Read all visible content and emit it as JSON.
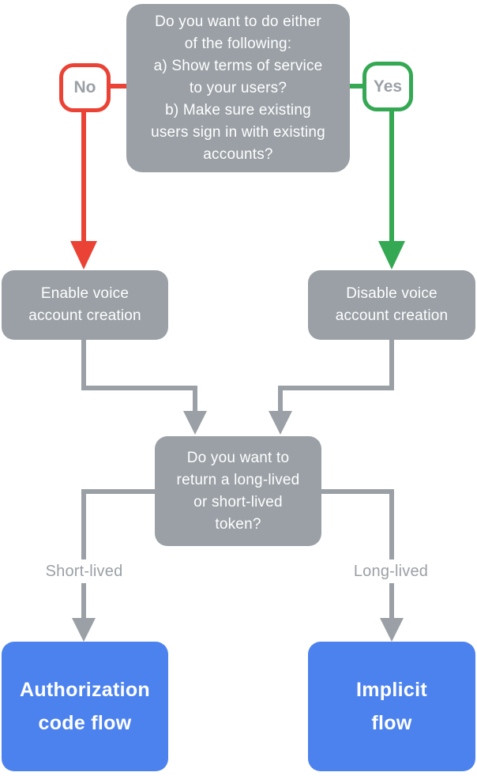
{
  "colors": {
    "gray": "#9AA0A6",
    "red": "#EA4335",
    "green": "#34A853",
    "blue": "#4C82EE",
    "label-text": "#9AA0A6"
  },
  "flow": {
    "question_terms": "Do you want to do either\nof the following:\na) Show terms of service\nto your users?\nb) Make sure existing\nusers sign in with existing\naccounts?",
    "no_label": "No",
    "yes_label": "Yes",
    "enable_node": "Enable voice\naccount creation",
    "disable_node": "Disable voice\naccount creation",
    "question_token": "Do you want to\nreturn a long-lived\nor short-lived\ntoken?",
    "short_lived_label": "Short-lived",
    "long_lived_label": "Long-lived",
    "auth_code_node": "Authorization\ncode flow",
    "implicit_node": "Implicit\nflow"
  }
}
